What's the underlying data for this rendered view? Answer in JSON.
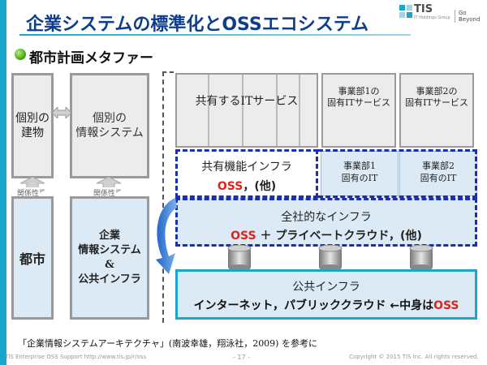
{
  "header": {
    "title": "企業システムの標準化とOSSエコシステム",
    "subtitle": "都市計画メタファー"
  },
  "logo": {
    "name": "TIS",
    "sub": "IT Holdings Group",
    "tagline": "Go Beyond"
  },
  "left_diagram": {
    "building": "個別の\n建物",
    "info_system": "個別の\n情報システム",
    "city": "都市",
    "corp_system": "企業\n情報システム\n&\n公共インフラ",
    "relation_label_1": "関係性",
    "relation_label_2": "関係性"
  },
  "right_diagram": {
    "shared_it_services": "共有するITサービス",
    "division1_it_services": "事業部1の\n固有ITサービス",
    "division2_it_services": "事業部2の\n固有ITサービス",
    "shared_function_infra": {
      "line1": "共有機能インフラ",
      "oss": "OSS",
      "other": "，(他)"
    },
    "division1_it": "事業部1\n固有のIT",
    "division2_it": "事業部2\n固有のIT",
    "company_infra": {
      "line1": "全社的なインフラ",
      "oss": "OSS",
      "rest": " ＋ プライベートクラウド，(他)"
    },
    "public_infra": {
      "line1": "公共インフラ",
      "line2": "インターネット，パブリッククラウド ←中身は",
      "oss": "OSS"
    }
  },
  "footer": {
    "reference": "「企業情報システムアーキテクチャ」(南波幸雄，翔泳社，2009) を参考に",
    "left": "TIS Enterprise OSS Support  http://www.tis.jp/r/oss",
    "page": "- 17 -",
    "copyright": "Copyright © 2015 TIS Inc. All rights reserved."
  },
  "colors": {
    "accent": "#1aa6cc",
    "title": "#0e3d8c",
    "oss_red": "#e0231b",
    "dash_blue": "#1b2fb0"
  }
}
